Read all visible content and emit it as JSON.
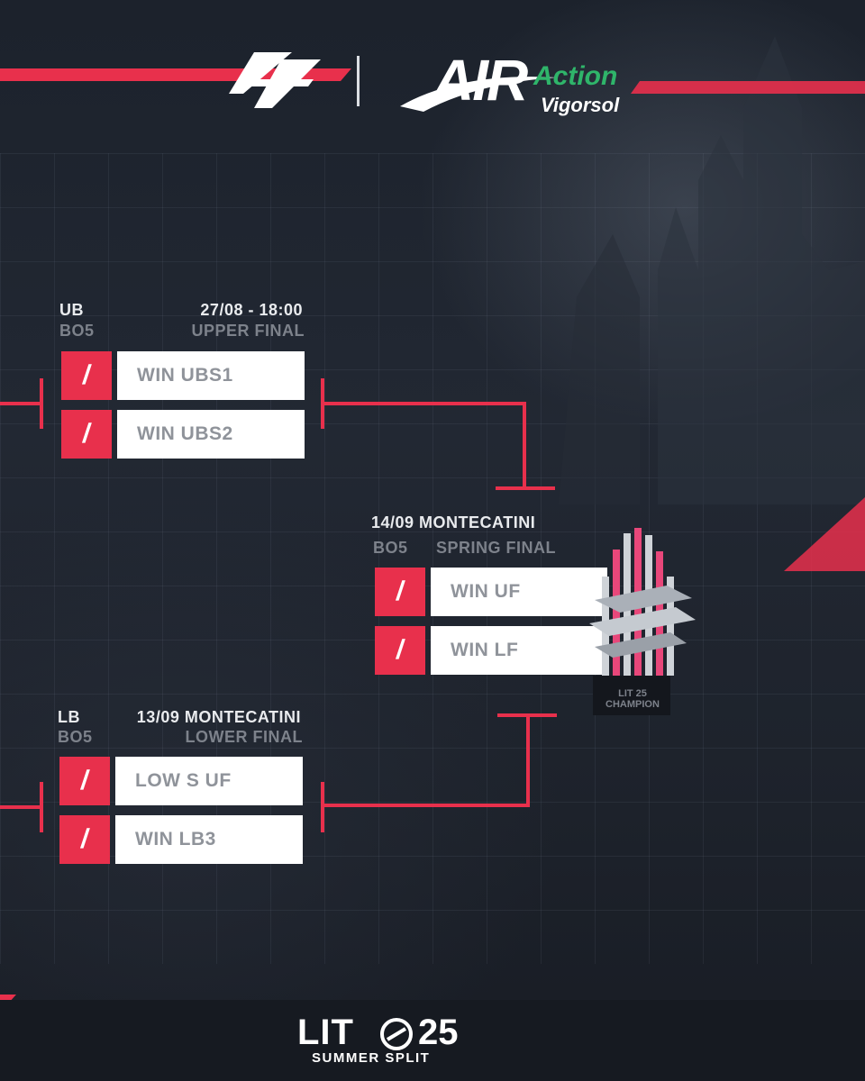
{
  "brand": {
    "sponsor_main": "AIR",
    "sponsor_action": "Action",
    "sponsor_sub": "Vigorsol",
    "event_logo_left": "LIT",
    "event_logo_right": "25",
    "event_subtitle": "SUMMER SPLIT",
    "trophy_text_1": "LIT 25",
    "trophy_text_2": "CHAMPION"
  },
  "colors": {
    "accent": "#e8304c",
    "background": "#1a1f29",
    "box": "#ffffff",
    "muted_text": "#7d828b"
  },
  "upper_final": {
    "bracket": "UB",
    "format": "BO5",
    "date_time": "27/08 - 18:00",
    "name": "UPPER FINAL",
    "teams": [
      {
        "score": "/",
        "name": "WIN UBS1"
      },
      {
        "score": "/",
        "name": "WIN UBS2"
      }
    ]
  },
  "grand_final": {
    "date_place": "14/09 MONTECATINI",
    "format": "BO5",
    "name": "SPRING FINAL",
    "teams": [
      {
        "score": "/",
        "name": "WIN UF"
      },
      {
        "score": "/",
        "name": "WIN LF"
      }
    ]
  },
  "lower_final": {
    "bracket": "LB",
    "date_place": "13/09 MONTECATINI",
    "format": "BO5",
    "name": "LOWER FINAL",
    "teams": [
      {
        "score": "/",
        "name": "LOW S UF"
      },
      {
        "score": "/",
        "name": "WIN LB3"
      }
    ]
  }
}
